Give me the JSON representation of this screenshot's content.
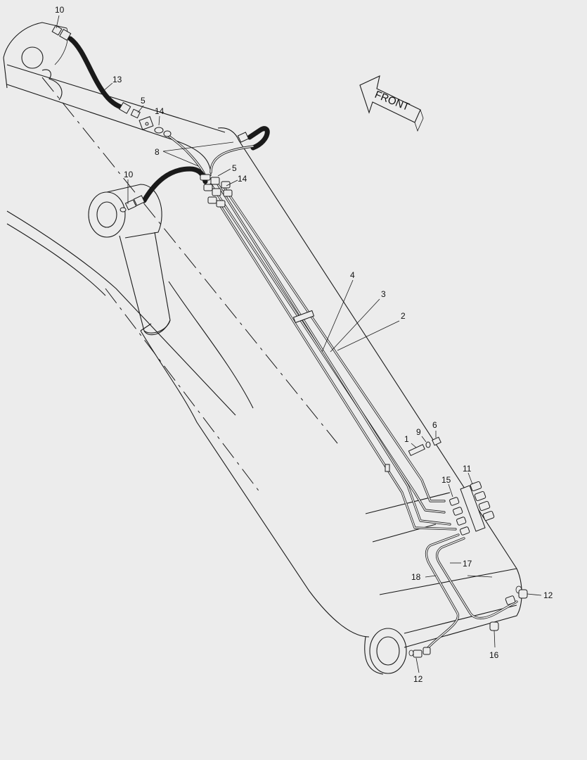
{
  "labels": {
    "l1": "1",
    "l2": "2",
    "l3": "3",
    "l4": "4",
    "l5a": "5",
    "l5b": "5",
    "l6": "6",
    "l8": "8",
    "l9": "9",
    "l10a": "10",
    "l10b": "10",
    "l11": "11",
    "l12a": "12",
    "l12b": "12",
    "l13": "13",
    "l14a": "14",
    "l14b": "14",
    "l15": "15",
    "l16": "16",
    "l17": "17",
    "l18": "18"
  },
  "front_arrow": {
    "text": "FRONT"
  }
}
